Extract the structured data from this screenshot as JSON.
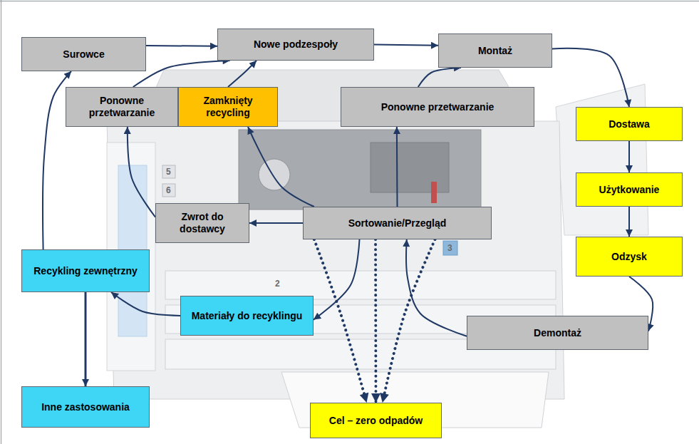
{
  "diagram": {
    "nodes": [
      {
        "text": [
          "Surowce"
        ]
      },
      {
        "text": [
          "Nowe podzespoły"
        ]
      },
      {
        "text": [
          "Montaż"
        ]
      },
      {
        "text": [
          "Ponowne przetwarzanie"
        ]
      },
      {
        "text": [
          "Zamknięty recycling"
        ]
      },
      {
        "text": [
          "Ponowne przetwarzanie"
        ]
      },
      {
        "text": [
          "Dostawa"
        ]
      },
      {
        "text": [
          "Użytkowanie"
        ]
      },
      {
        "text": [
          "Odzysk"
        ]
      },
      {
        "text": [
          "Zwrot do dostawcy"
        ]
      },
      {
        "text": [
          "Sortowanie/Przegląd"
        ]
      },
      {
        "text": [
          "Recykling zewnętrzny"
        ]
      },
      {
        "text": [
          "Materiały do recyklingu"
        ]
      },
      {
        "text": [
          "Demontaż"
        ]
      },
      {
        "text": [
          "Inne zastosowania"
        ]
      },
      {
        "text": [
          "Cel – zero odpadów"
        ]
      }
    ],
    "edges": [
      {
        "from": 0,
        "to": 1,
        "arrow": "to"
      },
      {
        "from": 1,
        "to": 2,
        "arrow": "to"
      },
      {
        "from": 2,
        "to": 6,
        "arrow": "to"
      },
      {
        "from": 6,
        "to": 7,
        "arrow": "to"
      },
      {
        "from": 7,
        "to": 8,
        "arrow": "to"
      },
      {
        "from": 8,
        "to": 13,
        "arrow": "to"
      },
      {
        "from": 13,
        "to": 10,
        "arrow": "to"
      },
      {
        "from": 10,
        "to": 9,
        "arrow": "to"
      },
      {
        "from": 9,
        "to": 3,
        "arrow": "to"
      },
      {
        "from": 3,
        "to": 1,
        "arrow": "to"
      },
      {
        "from": 4,
        "to": 1,
        "arrow": "to"
      },
      {
        "from": 10,
        "to": 4,
        "arrow": "to"
      },
      {
        "from": 10,
        "to": 5,
        "arrow": "to"
      },
      {
        "from": 5,
        "to": 2,
        "arrow": "to"
      },
      {
        "from": 10,
        "to": 12,
        "arrow": "to"
      },
      {
        "from": 12,
        "to": 11,
        "arrow": "to"
      },
      {
        "from": 11,
        "to": 0,
        "arrow": "to"
      },
      {
        "from": 11,
        "to": 14,
        "arrow": "to"
      },
      {
        "from": 10,
        "to": 15,
        "arrow": "to"
      },
      {
        "from": 10,
        "to": 15,
        "arrow": "to"
      },
      {
        "from": 10,
        "to": 15,
        "arrow": "to"
      }
    ],
    "labels": [
      "5",
      "6",
      "2",
      "3"
    ]
  }
}
